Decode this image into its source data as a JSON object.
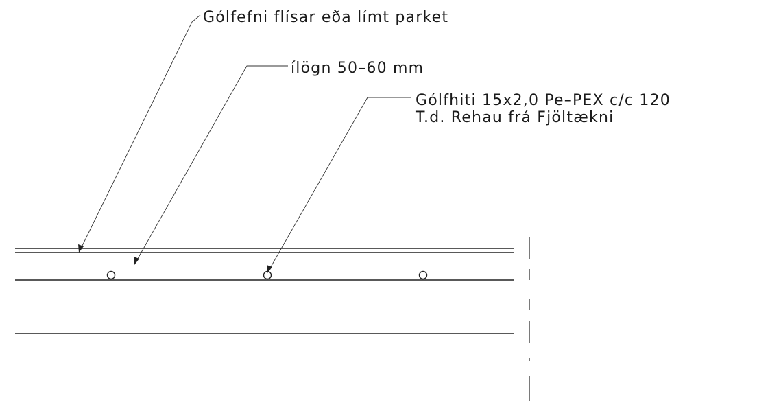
{
  "labels": {
    "floor_finish": "Gólfefni flísar eða límt parket",
    "screed": "ílögn 50–60 mm",
    "heating_line1": "Gólfhiti 15x2,0 Pe–PEX c/c 120",
    "heating_line2": "T.d. Rehau frá Fjöltækni"
  },
  "colors": {
    "ink": "#222222",
    "background": "#ffffff"
  }
}
